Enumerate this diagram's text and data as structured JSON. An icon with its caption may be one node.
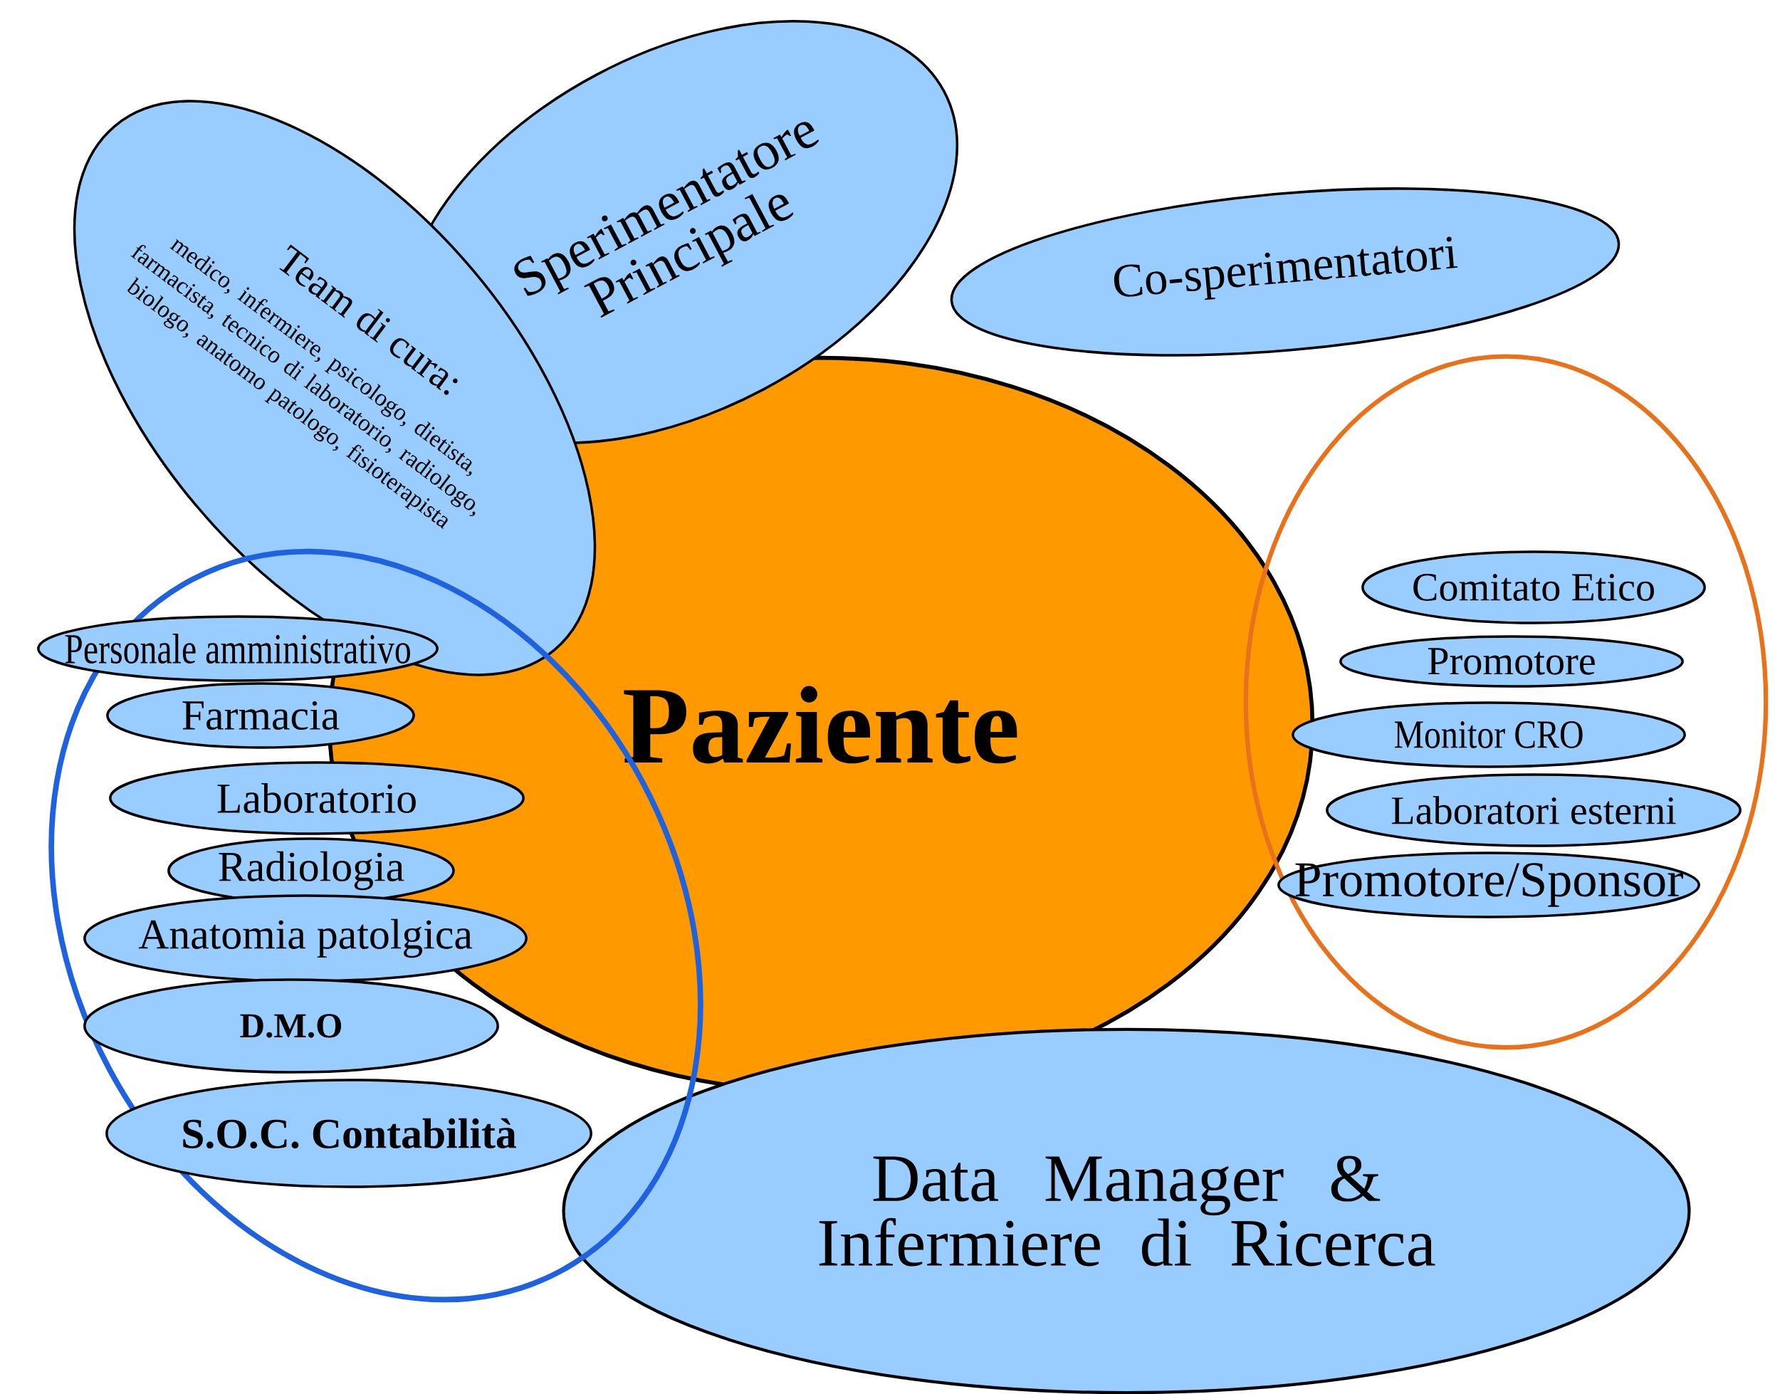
{
  "diagram": {
    "nodes": [
      {
        "text": [
          "Team di cura:",
          "medico, infermiere, psicologo, dietista, farmacista, tecnico di laboratorio, radiologo, biologo, anatomo patologo, fisioterapista"
        ]
      },
      {
        "text": [
          "Sperimentatore Principale"
        ]
      },
      {
        "text": [
          "Co-sperimentatori"
        ]
      },
      {
        "text": [
          "Paziente"
        ]
      },
      {
        "text": [],
        "shape": "ellipse"
      },
      {
        "text": [
          "Personale amministrativo"
        ],
        "in": 4
      },
      {
        "text": [
          "Farmacia"
        ],
        "in": 4
      },
      {
        "text": [
          "Laboratorio"
        ],
        "in": 4
      },
      {
        "text": [
          "Radiologia"
        ],
        "in": 4
      },
      {
        "text": [
          "Anatomia patolgica"
        ],
        "in": 4
      },
      {
        "text": [
          "D.M.O"
        ],
        "in": 4
      },
      {
        "text": [
          "S.O.C. Contabilità"
        ],
        "in": 4
      },
      {
        "text": [],
        "shape": "ellipse"
      },
      {
        "text": [
          "Comitato Etico"
        ],
        "in": 12
      },
      {
        "text": [
          "Promotore"
        ],
        "in": 12
      },
      {
        "text": [
          "Monitor CRO"
        ],
        "in": 12
      },
      {
        "text": [
          "Laboratori esterni"
        ],
        "in": 12
      },
      {
        "text": [
          "Promotore/Sponsor"
        ],
        "in": 12
      },
      {
        "text": [
          "Data Manager & Infermiere di Ricerca"
        ]
      }
    ]
  }
}
